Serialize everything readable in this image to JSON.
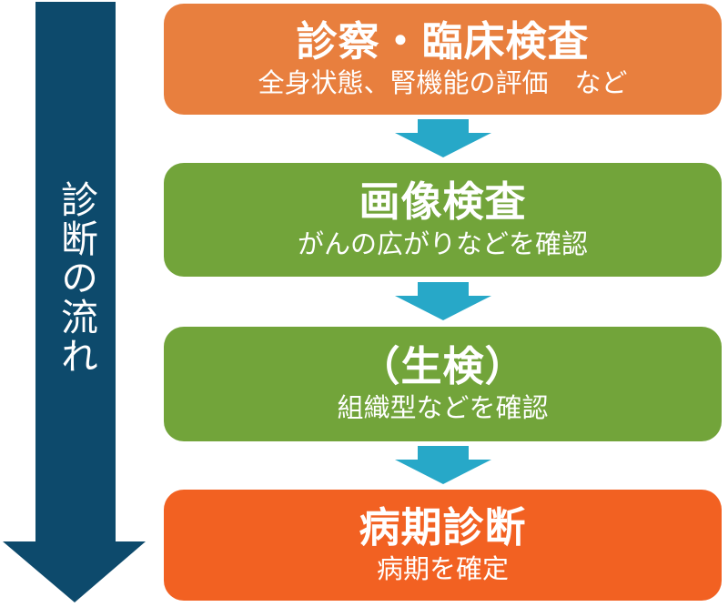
{
  "diagram": {
    "background_color": "#ffffff",
    "side_arrow": {
      "label": "診断の流れ",
      "color": "#0d4a6c",
      "text_color": "#ffffff"
    },
    "connector_color": "#27a8c8",
    "steps": [
      {
        "title": "診察・臨床検査",
        "subtitle": "全身状態、腎機能の評価　など",
        "color": "#e87f3e",
        "text_color": "#ffffff"
      },
      {
        "title": "画像検査",
        "subtitle": "がんの広がりなどを確認",
        "color": "#72a43a",
        "text_color": "#ffffff"
      },
      {
        "title": "（生検）",
        "subtitle": "組織型などを確認",
        "color": "#72a43a",
        "text_color": "#ffffff"
      },
      {
        "title": "病期診断",
        "subtitle": "病期を確定",
        "color": "#f26122",
        "text_color": "#ffffff"
      }
    ]
  }
}
